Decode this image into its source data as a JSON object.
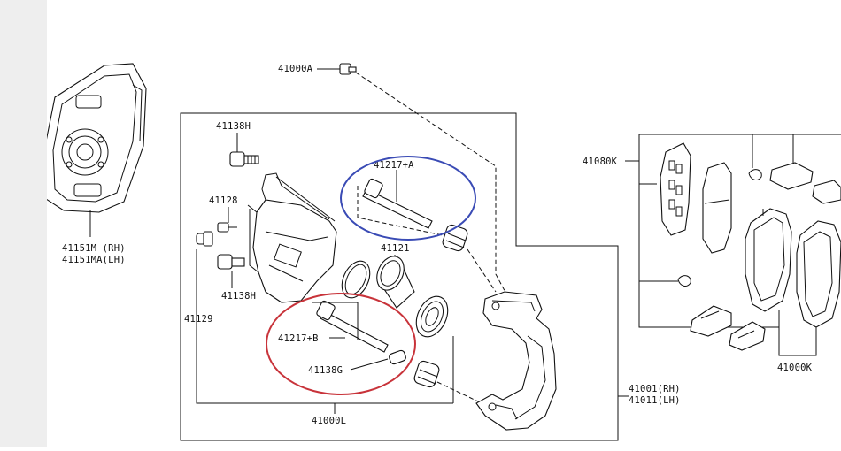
{
  "labels": {
    "p41000A": "41000A",
    "p41138H_top": "41138H",
    "p41128": "41128",
    "p41138H_mid": "41138H",
    "p41129": "41129",
    "p41217A": "41217+A",
    "p41121": "41121",
    "p41217B": "41217+B",
    "p41138G": "41138G",
    "p41000L": "41000L",
    "p41001": "41001(RH)",
    "p41011": "41011(LH)",
    "p41151M": "41151M  (RH)",
    "p41151MA": "41151MA(LH)",
    "p41080K": "41080K",
    "p41000K": "41000K"
  },
  "highlight_colors": {
    "upper_circle": "#3a4bb5",
    "lower_circle": "#c8333a"
  }
}
